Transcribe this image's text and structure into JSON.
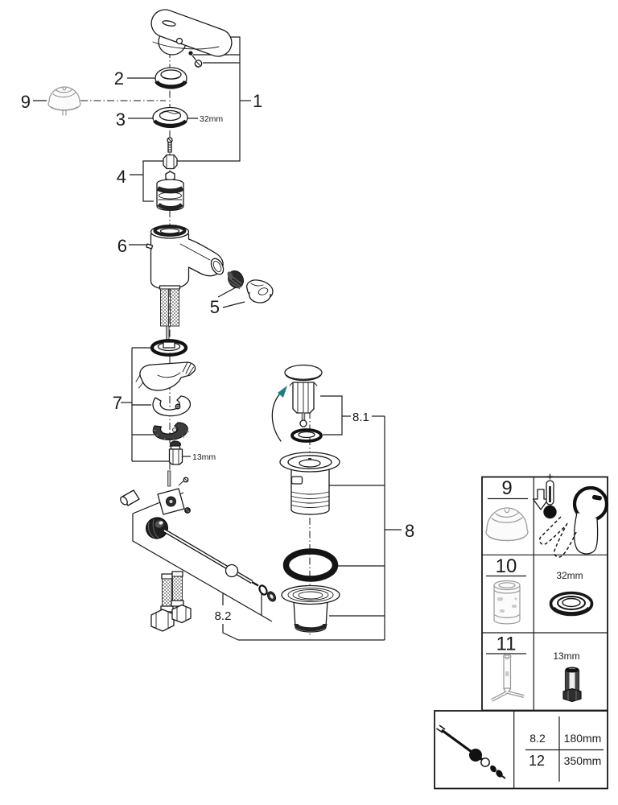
{
  "diagram": {
    "description": "Exploded spare-parts drawing of a single-lever bidet faucet with pop-up waste",
    "callouts": {
      "part1": "1",
      "part2": "2",
      "part3": "3",
      "part4": "4",
      "part5": "5",
      "part6": "6",
      "part7": "7",
      "part8": "8",
      "part9": "9",
      "sub81": "8.1",
      "sub82": "8.2",
      "dim32": "32mm",
      "dim13": "13mm"
    },
    "colors": {
      "line": "#1a1a1a",
      "accent_teal": "#1e7f7f",
      "muted_gray": "#999999"
    }
  },
  "legend": {
    "rows": [
      {
        "num": "9",
        "left_icon": "temperature-limiter-cap-icon",
        "right_icon": "thermometer-handle-icon"
      },
      {
        "num": "10",
        "left_icon": "cartridge-sleeve-icon",
        "dim": "32mm",
        "right_icon": "seal-ring-icon"
      },
      {
        "num": "11",
        "left_icon": "mounting-tool-icon",
        "dim": "13mm",
        "right_icon": "socket-adapter-icon"
      }
    ],
    "size_table": {
      "rows": [
        {
          "id": "8.2",
          "length": "180mm"
        },
        {
          "id": "12",
          "length": "350mm"
        }
      ]
    }
  }
}
